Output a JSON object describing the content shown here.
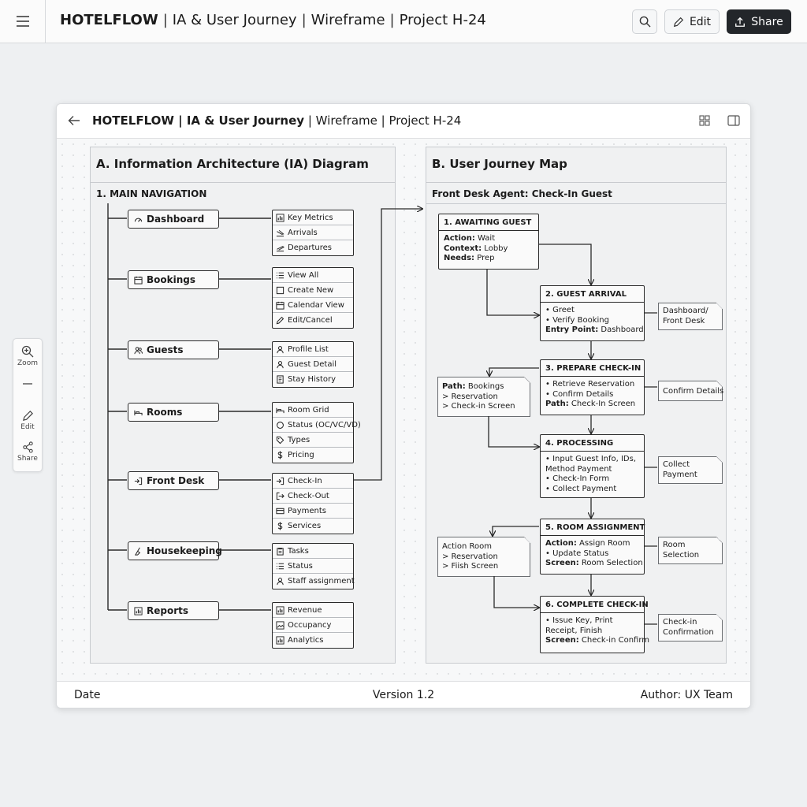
{
  "app": {
    "title_bold": "HOTELFLOW",
    "title_rest": [
      "IA & User Journey",
      "Wireframe",
      "Project H-24"
    ],
    "edit_label": "Edit",
    "share_label": "Share"
  },
  "side_tools": {
    "zoom": "Zoom",
    "edit": "Edit",
    "share": "Share"
  },
  "doc": {
    "title_bold": "HOTELFLOW | IA & User Journey",
    "title_rest": "| Wireframe | Project H-24",
    "footer": {
      "date": "Date",
      "version": "Version 1.2",
      "author": "Author: UX Team"
    }
  },
  "ia": {
    "title": "A. Information Architecture (IA) Diagram",
    "subtitle": "1. MAIN NAVIGATION",
    "sections": [
      {
        "label": "Dashboard",
        "icon": "gauge-icon",
        "items": [
          {
            "label": "Key Metrics",
            "icon": "bar-chart-icon"
          },
          {
            "label": "Arrivals",
            "icon": "plane-arrival-icon"
          },
          {
            "label": "Departures",
            "icon": "plane-departure-icon"
          }
        ]
      },
      {
        "label": "Bookings",
        "icon": "calendar-icon",
        "items": [
          {
            "label": "View All",
            "icon": "list-icon"
          },
          {
            "label": "Create New",
            "icon": "square-icon"
          },
          {
            "label": "Calendar View",
            "icon": "calendar-icon"
          },
          {
            "label": "Edit/Cancel",
            "icon": "pencil-icon"
          }
        ]
      },
      {
        "label": "Guests",
        "icon": "users-icon",
        "items": [
          {
            "label": "Profile List",
            "icon": "user-icon"
          },
          {
            "label": "Guest Detail",
            "icon": "user-icon"
          },
          {
            "label": "Stay History",
            "icon": "document-icon"
          }
        ]
      },
      {
        "label": "Rooms",
        "icon": "bed-icon",
        "items": [
          {
            "label": "Room Grid",
            "icon": "bed-icon"
          },
          {
            "label": "Status (OC/VC/VD)",
            "icon": "circle-icon"
          },
          {
            "label": "Types",
            "icon": "tag-icon"
          },
          {
            "label": "Pricing",
            "icon": "dollar-icon"
          }
        ]
      },
      {
        "label": "Front Desk",
        "icon": "login-icon",
        "items": [
          {
            "label": "Check-In",
            "icon": "login-icon"
          },
          {
            "label": "Check-Out",
            "icon": "logout-icon"
          },
          {
            "label": "Payments",
            "icon": "card-icon"
          },
          {
            "label": "Services",
            "icon": "dollar-icon"
          }
        ]
      },
      {
        "label": "Housekeeping",
        "icon": "broom-icon",
        "items": [
          {
            "label": "Tasks",
            "icon": "clipboard-icon"
          },
          {
            "label": "Status",
            "icon": "list-icon"
          },
          {
            "label": "Staff assignment",
            "icon": "user-icon"
          }
        ]
      },
      {
        "label": "Reports",
        "icon": "bar-chart-icon",
        "items": [
          {
            "label": "Revenue",
            "icon": "bar-chart-icon"
          },
          {
            "label": "Occupancy",
            "icon": "image-icon"
          },
          {
            "label": "Analytics",
            "icon": "bar-chart-icon"
          }
        ]
      }
    ]
  },
  "journey": {
    "title": "B. User Journey Map",
    "subtitle": "Front Desk Agent: Check-In Guest",
    "steps": [
      {
        "title": "1. AWAITING GUEST",
        "lines": [
          {
            "k": "Action:",
            "v": " Wait"
          },
          {
            "k": "Context:",
            "v": " Lobby"
          },
          {
            "k": "Needs:",
            "v": " Prep"
          }
        ]
      },
      {
        "title": "2. GUEST ARRIVAL",
        "lines": [
          {
            "k": "",
            "v": "•  Greet"
          },
          {
            "k": "",
            "v": "•  Verify Booking"
          },
          {
            "k": "Entry Point:",
            "v": " Dashboard"
          }
        ]
      },
      {
        "title": "3. PREPARE CHECK-IN",
        "lines": [
          {
            "k": "",
            "v": "•  Retrieve Reservation"
          },
          {
            "k": "",
            "v": "•  Confirm Details"
          },
          {
            "k": "Path:",
            "v": " Check-In Screen"
          }
        ]
      },
      {
        "title": "4. PROCESSING",
        "lines": [
          {
            "k": "",
            "v": "•  Input Guest Info, IDs,"
          },
          {
            "k": "",
            "v": "    Method Payment"
          },
          {
            "k": "",
            "v": "•  Check-In Form"
          },
          {
            "k": "",
            "v": "•  Collect Payment"
          }
        ]
      },
      {
        "title": "5. ROOM ASSIGNMENT",
        "lines": [
          {
            "k": "Action:",
            "v": " Assign Room"
          },
          {
            "k": "",
            "v": "•  Update Status"
          },
          {
            "k": "Screen:",
            "v": " Room Selection"
          }
        ]
      },
      {
        "title": "6. COMPLETE CHECK-IN",
        "lines": [
          {
            "k": "",
            "v": "•  Issue Key, Print"
          },
          {
            "k": "",
            "v": "    Receipt, Finish"
          },
          {
            "k": "Screen:",
            "v": " Check-in Confirm"
          }
        ]
      }
    ],
    "notes_right": [
      [
        "Dashboard/",
        "Front Desk"
      ],
      [
        "Confirm Details"
      ],
      [
        "Collect",
        "Payment"
      ],
      [
        "Room",
        "Selection"
      ],
      [
        "Check-in",
        "Confirmation"
      ]
    ],
    "notes_left": [
      {
        "bold": "Path:",
        "lines": [
          " Bookings",
          "> Reservation",
          "> Check-in Screen"
        ]
      },
      {
        "bold": "",
        "lines": [
          "Action Room",
          "> Reservation",
          "> Fiish Screen"
        ]
      }
    ]
  }
}
